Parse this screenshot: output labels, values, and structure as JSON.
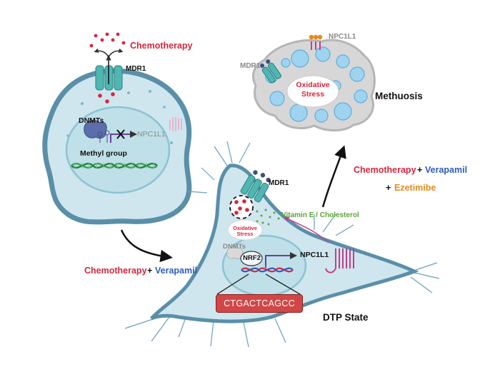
{
  "labels": {
    "chemo_top": "Chemotherapy",
    "mdr1_top": "MDR1",
    "dnmts_top": "DNMTs",
    "npc1l1_top": "NPC1L1",
    "methyl_group": "Methyl group",
    "npc1l1_methuosis": "NPC1L1",
    "mdr1_methuosis": "MDR1",
    "oxidative_stress_big_1": "Oxidative",
    "oxidative_stress_big_2": "Stress",
    "methuosis": "Methuosis",
    "treat_right_chemo": "Chemotherapy",
    "treat_right_plus1": "+",
    "treat_right_verapamil": "Verapamil",
    "treat_right_plus2": "+",
    "treat_right_ezetimibe": "Ezetimibe",
    "mdr1_dtp": "MDR1",
    "vitamin_e": "Vitamin E / Cholesterol",
    "oxidative_stress_small_1": "Oxidative",
    "oxidative_stress_small_2": "Stress",
    "dnmts_dtp": "DNMTs",
    "nrf2": "NRF2",
    "npc1l1_dtp": "NPC1L1",
    "treat_left_chemo": "Chemotherapy",
    "treat_left_plus": "+",
    "treat_left_verapamil": "Verapamil",
    "sequence": "CTGACTCAGCC",
    "dtp_state": "DTP State"
  },
  "colors": {
    "cell_fill": "#cfe6ef",
    "cell_stroke": "#5a8fa8",
    "nucleus_fill": "#bfe0e8",
    "chemo_red": "#d7263d",
    "verapamil_blue": "#2f5db8",
    "ezetimibe_orange": "#e58a1f",
    "pump_teal": "#4fb7b3",
    "dna_green": "#3aa35b",
    "npc1l1_pink": "#c2408a",
    "vesicle_blue": "#9fd3ef"
  }
}
